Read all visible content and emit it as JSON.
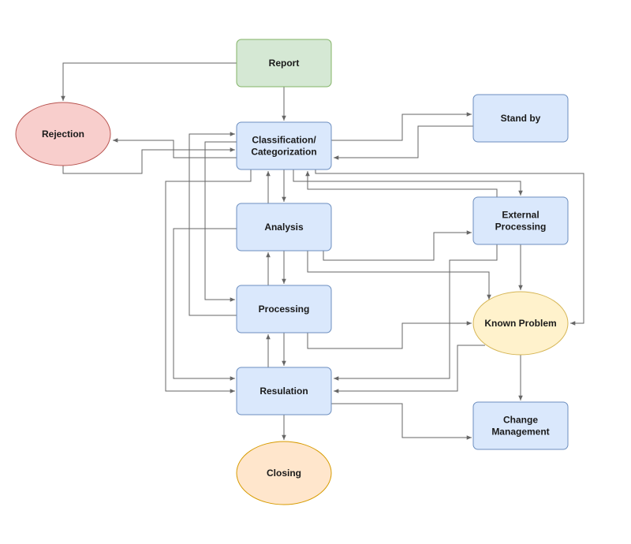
{
  "nodes": {
    "report": {
      "lines": [
        "Report"
      ],
      "fill": "#d5e8d4",
      "stroke": "#82b366"
    },
    "rejection": {
      "lines": [
        "Rejection"
      ],
      "fill": "#f8cecc",
      "stroke": "#b85450"
    },
    "classification": {
      "lines": [
        "Classification/",
        "Categorization"
      ],
      "fill": "#dae8fc",
      "stroke": "#6c8ebf"
    },
    "standby": {
      "lines": [
        "Stand by"
      ],
      "fill": "#dae8fc",
      "stroke": "#6c8ebf"
    },
    "analysis": {
      "lines": [
        "Analysis"
      ],
      "fill": "#dae8fc",
      "stroke": "#6c8ebf"
    },
    "external": {
      "lines": [
        "External",
        "Processing"
      ],
      "fill": "#dae8fc",
      "stroke": "#6c8ebf"
    },
    "processing": {
      "lines": [
        "Processing"
      ],
      "fill": "#dae8fc",
      "stroke": "#6c8ebf"
    },
    "known": {
      "lines": [
        "Known Problem"
      ],
      "fill": "#fff2cc",
      "stroke": "#d6b656"
    },
    "resulation": {
      "lines": [
        "Resulation"
      ],
      "fill": "#dae8fc",
      "stroke": "#6c8ebf"
    },
    "change": {
      "lines": [
        "Change",
        "Management"
      ],
      "fill": "#dae8fc",
      "stroke": "#6c8ebf"
    },
    "closing": {
      "lines": [
        "Closing"
      ],
      "fill": "#ffe6cc",
      "stroke": "#d79b00"
    }
  },
  "edge_color": "#666666"
}
